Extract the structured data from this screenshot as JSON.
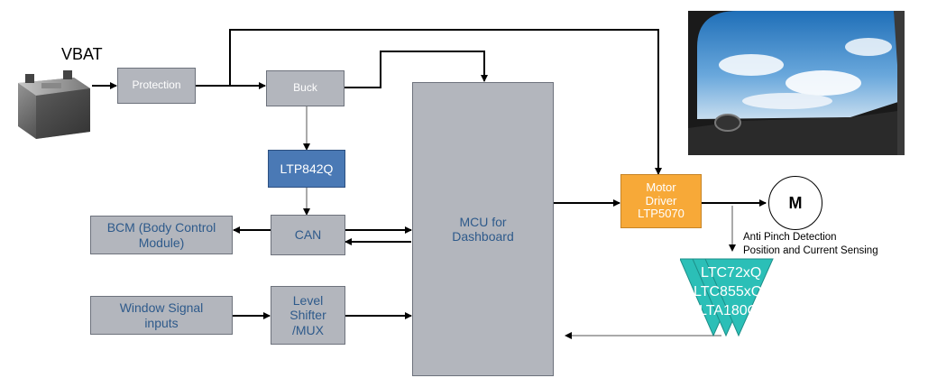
{
  "diagram": {
    "vbat_label": "VBAT",
    "blocks": {
      "protection": "Protection",
      "buck": "Buck",
      "ltp842q": "LTP842Q",
      "can": "CAN",
      "bcm": "BCM (Body Control Module)",
      "window_signal": "Window Signal inputs",
      "level_shifter": "Level Shifter /MUX",
      "mcu": "MCU for Dashboard",
      "motor_driver": "Motor Driver LTP5070",
      "motor": "M",
      "sensors": [
        "LTC72xQ",
        "LTC855xQ",
        "LTA180Q"
      ]
    },
    "annotation": {
      "line1": "Anti Pinch Detection",
      "line2": "Position and Current Sensing"
    }
  },
  "colors": {
    "block_gray": "#b3b6bd",
    "ltp_blue": "#4a79b5",
    "driver_orange": "#f7a938",
    "amp_teal": "#2bbfb7"
  },
  "icons": [
    "car-battery-icon",
    "car-window-photo",
    "op-amp-triangles-icon"
  ]
}
